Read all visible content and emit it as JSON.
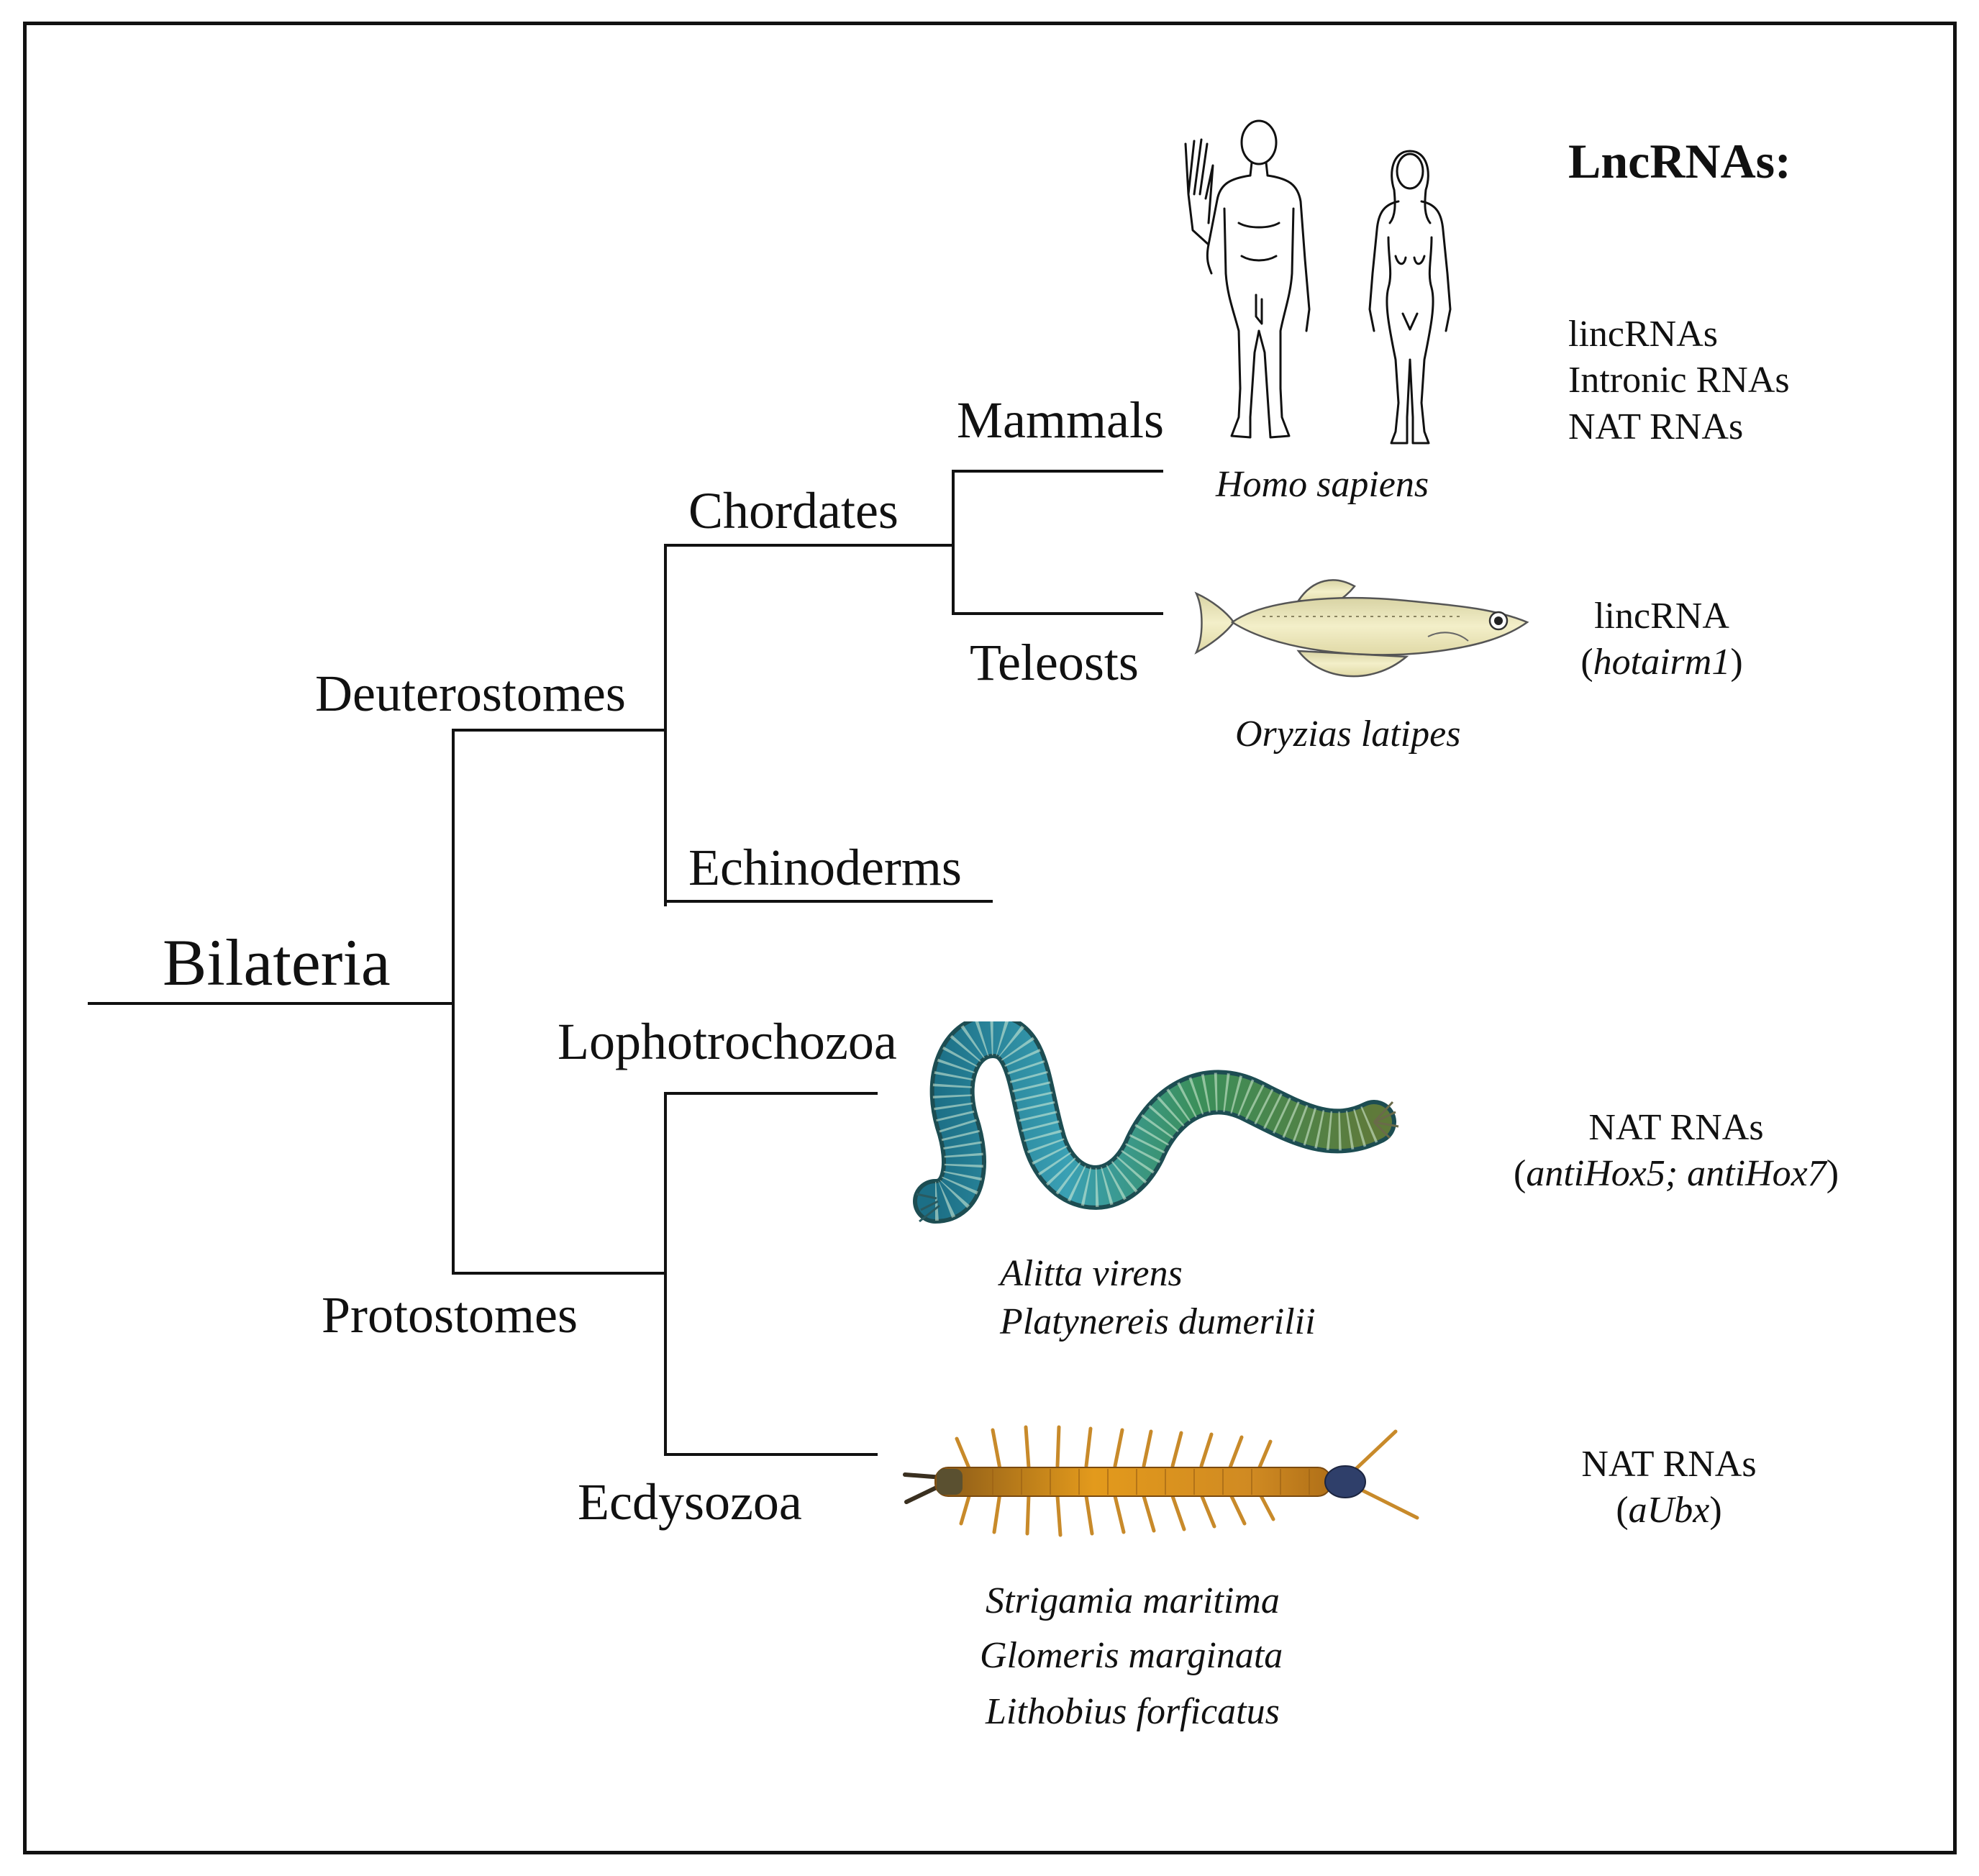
{
  "figure": {
    "header": "LncRNAs:",
    "root": "Bilateria",
    "clades": {
      "deuterostomes": "Deuterostomes",
      "protostomes": "Protostomes",
      "chordates": "Chordates",
      "echinoderms": "Echinoderms",
      "mammals": "Mammals",
      "teleosts": "Teleosts",
      "lophotrochozoa": "Lophotrochozoa",
      "ecdysozoa": "Ecdysozoa"
    },
    "species": {
      "mammal": "Homo sapiens",
      "fish": "Oryzias latipes",
      "annelid": [
        "Alitta virens",
        "Platynereis dumerilii"
      ],
      "arthropod": [
        "Strigamia maritima",
        "Glomeris marginata",
        "Lithobius forficatus"
      ]
    },
    "lncrnas": {
      "mammal": [
        "lincRNAs",
        "Intronic RNAs",
        "NAT RNAs"
      ],
      "fish": {
        "type": "lincRNA",
        "open": "(",
        "gene": "hotairm1",
        "close": ")"
      },
      "annelid": {
        "type": "NAT RNAs",
        "open": "(",
        "gene": "antiHox5; antiHox7",
        "close": ")"
      },
      "arthropod": {
        "type": "NAT RNAs",
        "open": "(",
        "gene": "aUbx",
        "close": ")"
      }
    },
    "colors": {
      "line": "#111111",
      "fish_body": "#ece6b8",
      "worm_body": "#2e8a6e",
      "worm_accent": "#3f9fb8",
      "centipede_body": "#d9921e",
      "centipede_head": "#2f3f6a"
    },
    "icons": {
      "mammal": "human-figures-icon",
      "fish": "medaka-fish-icon",
      "annelid": "polychaete-worm-icon",
      "arthropod": "centipede-icon"
    }
  }
}
